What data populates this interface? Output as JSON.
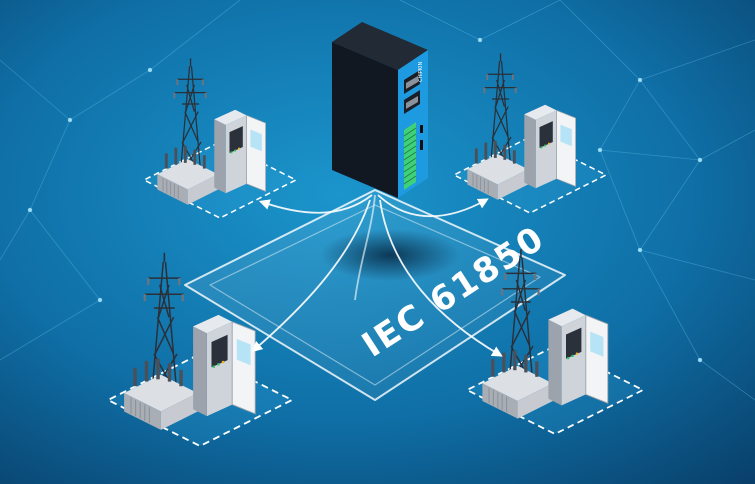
{
  "diagram": {
    "protocol_label": "IEC 61850",
    "gateway": {
      "icon": "industrial-gateway-icon",
      "brand_text": "CHIPKIN",
      "colors": {
        "body": "#141a24",
        "top": "#1f2733",
        "panel": "#1e9be0",
        "terminal": "#3fd17a"
      }
    },
    "substations": [
      {
        "id": "substation-top-left",
        "icon": "electrical-substation-icon"
      },
      {
        "id": "substation-top-right",
        "icon": "electrical-substation-icon"
      },
      {
        "id": "substation-bottom-left",
        "icon": "electrical-substation-icon"
      },
      {
        "id": "substation-bottom-right",
        "icon": "electrical-substation-icon"
      }
    ],
    "colors": {
      "background_light": "#1a8cc4",
      "background_dark": "#083a63",
      "network_line": "#ffffff",
      "accent": "#2ea7e6"
    }
  }
}
